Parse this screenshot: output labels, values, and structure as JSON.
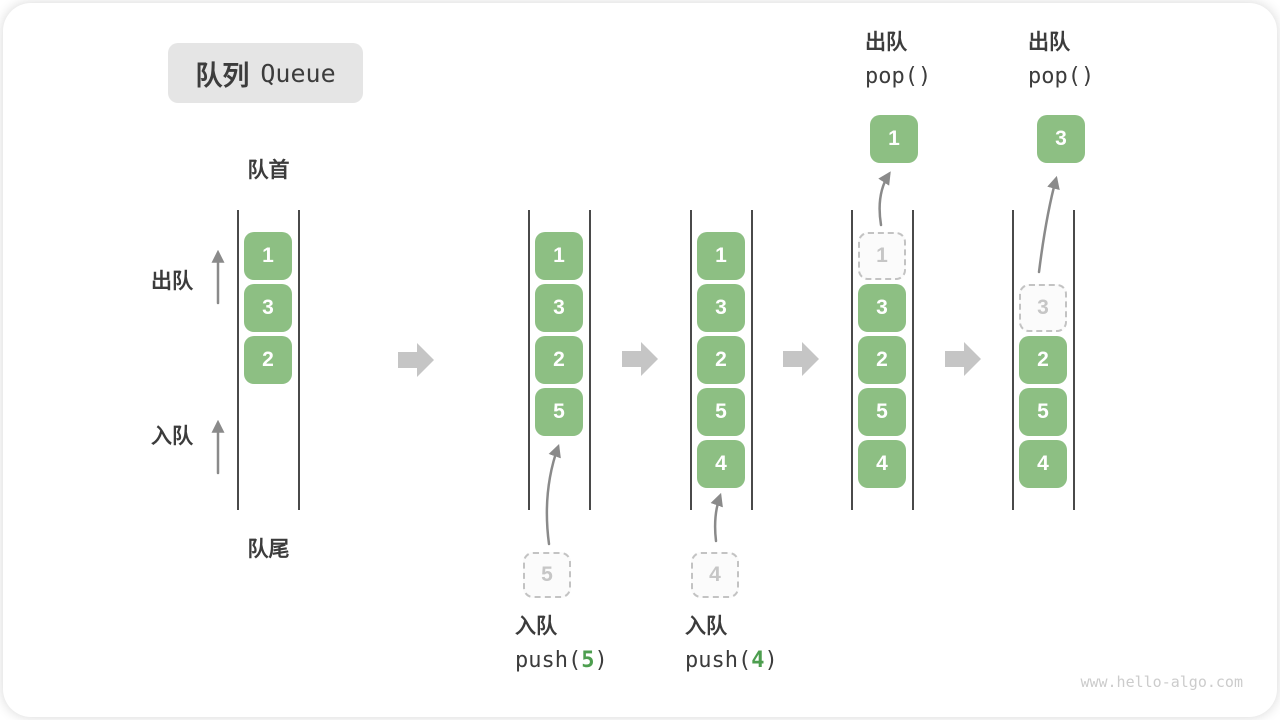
{
  "title": {
    "zh": "队列",
    "en": "Queue"
  },
  "side_labels": {
    "front": "队首",
    "rear": "队尾",
    "dequeue": "出队",
    "enqueue": "入队"
  },
  "states": [
    {
      "items": [
        "1",
        "3",
        "2"
      ]
    },
    {
      "items": [
        "1",
        "3",
        "2",
        "5"
      ]
    },
    {
      "items": [
        "1",
        "3",
        "2",
        "5",
        "4"
      ]
    },
    {
      "ghost": "1",
      "items": [
        "3",
        "2",
        "5",
        "4"
      ]
    },
    {
      "ghost": "3",
      "items": [
        "2",
        "5",
        "4"
      ]
    }
  ],
  "operations": {
    "push5": {
      "label": "入队",
      "fn": "push(",
      "arg": "5",
      "close": ")",
      "staged": "5"
    },
    "push4": {
      "label": "入队",
      "fn": "push(",
      "arg": "4",
      "close": ")",
      "staged": "4"
    },
    "pop1": {
      "label": "出队",
      "fn": "pop()",
      "result": "1"
    },
    "pop3": {
      "label": "出队",
      "fn": "pop()",
      "result": "3"
    }
  },
  "watermark": "www.hello-algo.com",
  "colors": {
    "green": "#8dbf83",
    "green-dark": "#4d9e4f",
    "text": "#3c3c3c",
    "line": "#4a4a4a",
    "thin-arrow": "#8a8a8a",
    "block-arrow": "#c5c5c5",
    "dashed-border": "#c3c3c3",
    "dashed-text": "#c6c6c6",
    "title-bg": "#e5e5e5",
    "watermark": "#cccccc"
  }
}
